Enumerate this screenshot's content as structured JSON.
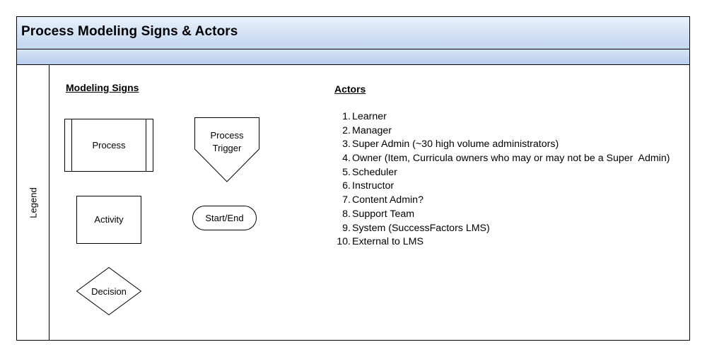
{
  "header": {
    "title": "Process Modeling Signs & Actors"
  },
  "lane": {
    "label": "Legend"
  },
  "modeling": {
    "title": "Modeling Signs",
    "process": "Process",
    "trigger_line1": "Process",
    "trigger_line2": "Trigger",
    "activity": "Activity",
    "start_end": "Start/End",
    "decision": "Decision"
  },
  "actors": {
    "title": "Actors",
    "items": [
      {
        "num": "1.",
        "text": "Learner"
      },
      {
        "num": "2.",
        "text": "Manager"
      },
      {
        "num": "3.",
        "text": "Super Admin (~30 high volume administrators)"
      },
      {
        "num": "4.",
        "text": "Owner (Item, Curricula owners who may or may not be a Super  Admin)"
      },
      {
        "num": "5.",
        "text": "Scheduler"
      },
      {
        "num": "6.",
        "text": "Instructor"
      },
      {
        "num": "7.",
        "text": "Content Admin?"
      },
      {
        "num": "8.",
        "text": "Support Team"
      },
      {
        "num": "9.",
        "text": "System (SuccessFactors LMS)"
      },
      {
        "num": "10.",
        "text": "External to LMS"
      }
    ]
  }
}
